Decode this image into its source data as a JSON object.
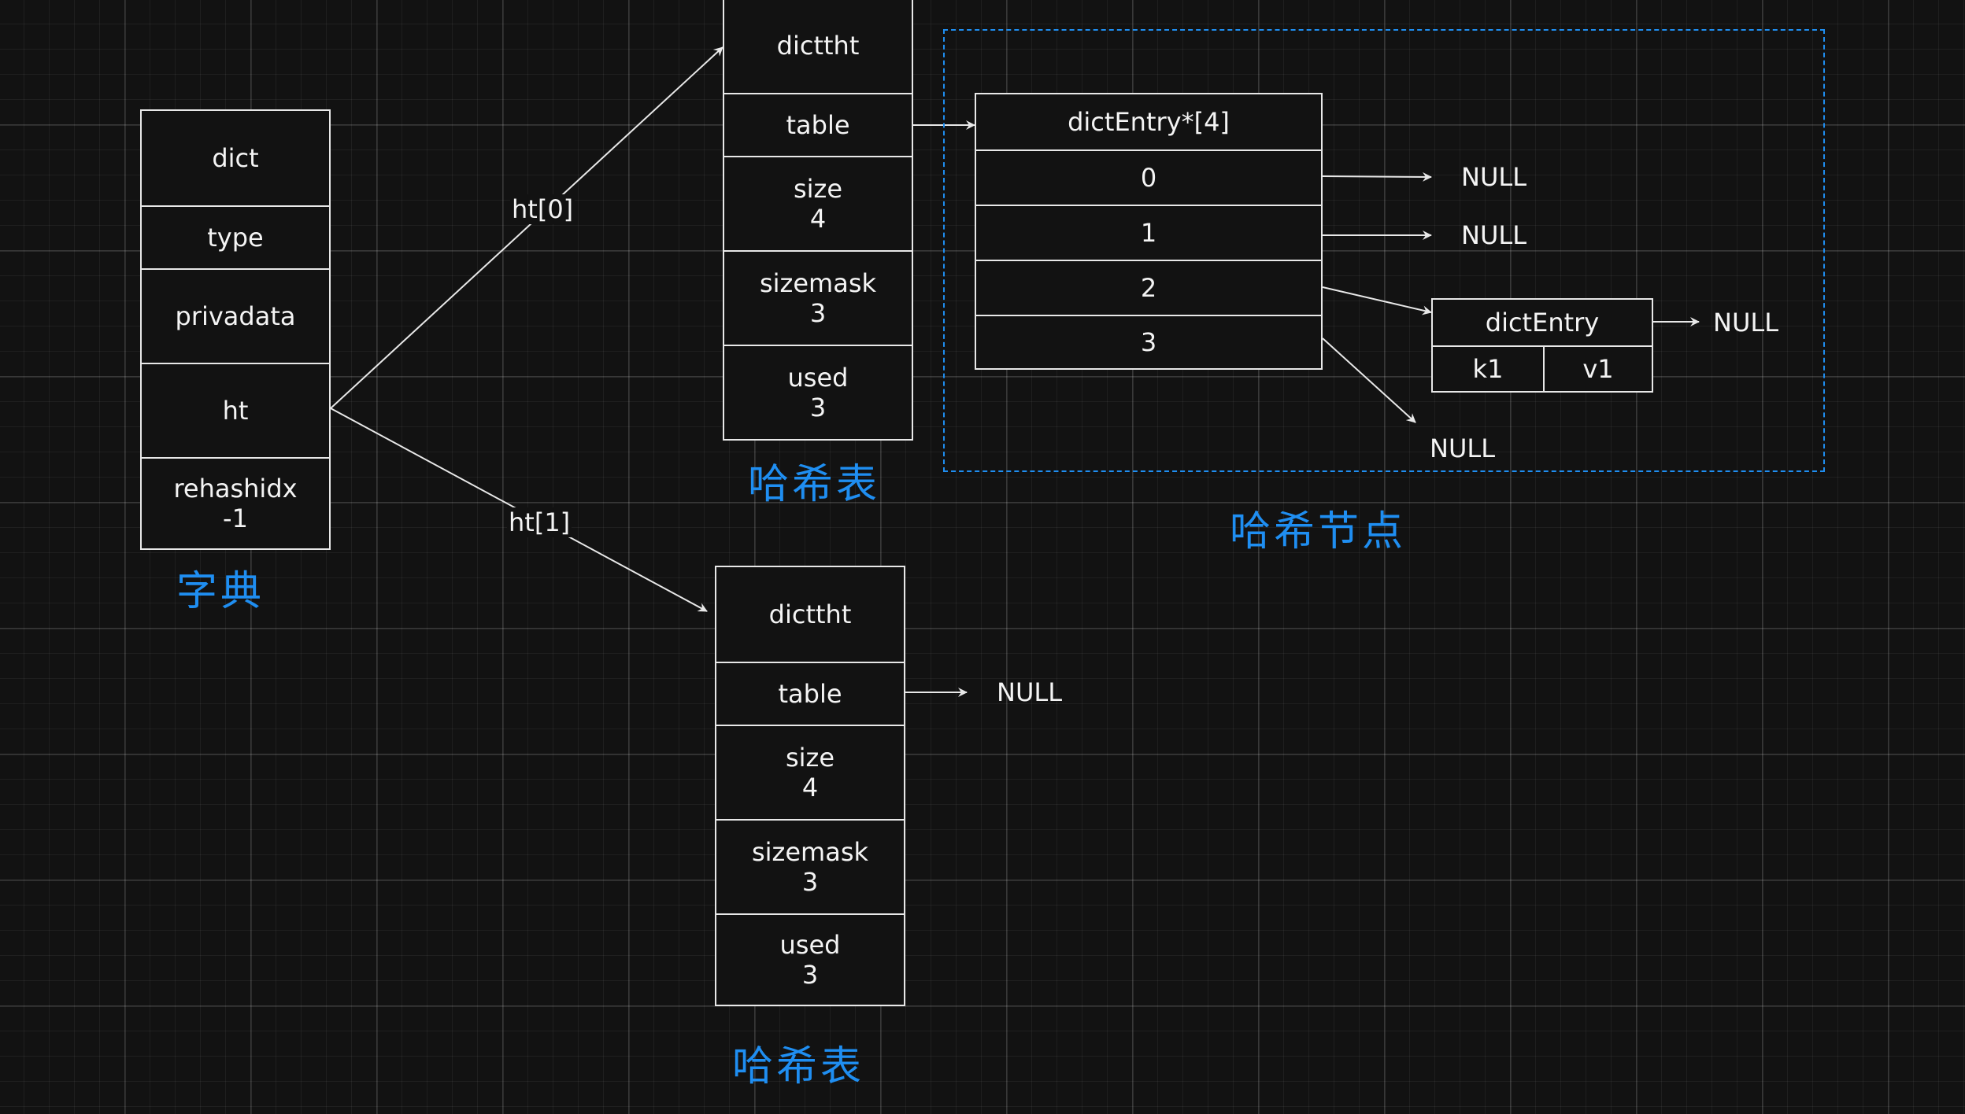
{
  "dict": {
    "rows": [
      "dict",
      "type",
      "privadata",
      "ht",
      "rehashidx",
      "-1"
    ],
    "caption": "字典"
  },
  "edges": {
    "ht0": "ht[0]",
    "ht1": "ht[1]"
  },
  "dictht0": {
    "header": "dicttht",
    "table": "table",
    "size": "size",
    "size_value": "4",
    "sizemask": "sizemask",
    "sizemask_value": "3",
    "used": "used",
    "used_value": "3",
    "caption": "哈希表"
  },
  "dictht1": {
    "header": "dicttht",
    "table": "table",
    "table_target": "NULL",
    "size": "size",
    "size_value": "4",
    "sizemask": "sizemask",
    "sizemask_value": "3",
    "used": "used",
    "used_value": "3",
    "caption": "哈希表"
  },
  "entries": {
    "header": "dictEntry*[4]",
    "slots": [
      "0",
      "1",
      "2",
      "3"
    ],
    "slot0_target": "NULL",
    "slot1_target": "NULL",
    "slot3_target": "NULL"
  },
  "dict_entry": {
    "title": "dictEntry",
    "key": "k1",
    "value": "v1",
    "next": "NULL"
  },
  "node_group": {
    "caption": "哈希节点"
  },
  "colors": {
    "line": "#e8e8e8",
    "caption": "#1f8ef1",
    "background": "#121212"
  }
}
